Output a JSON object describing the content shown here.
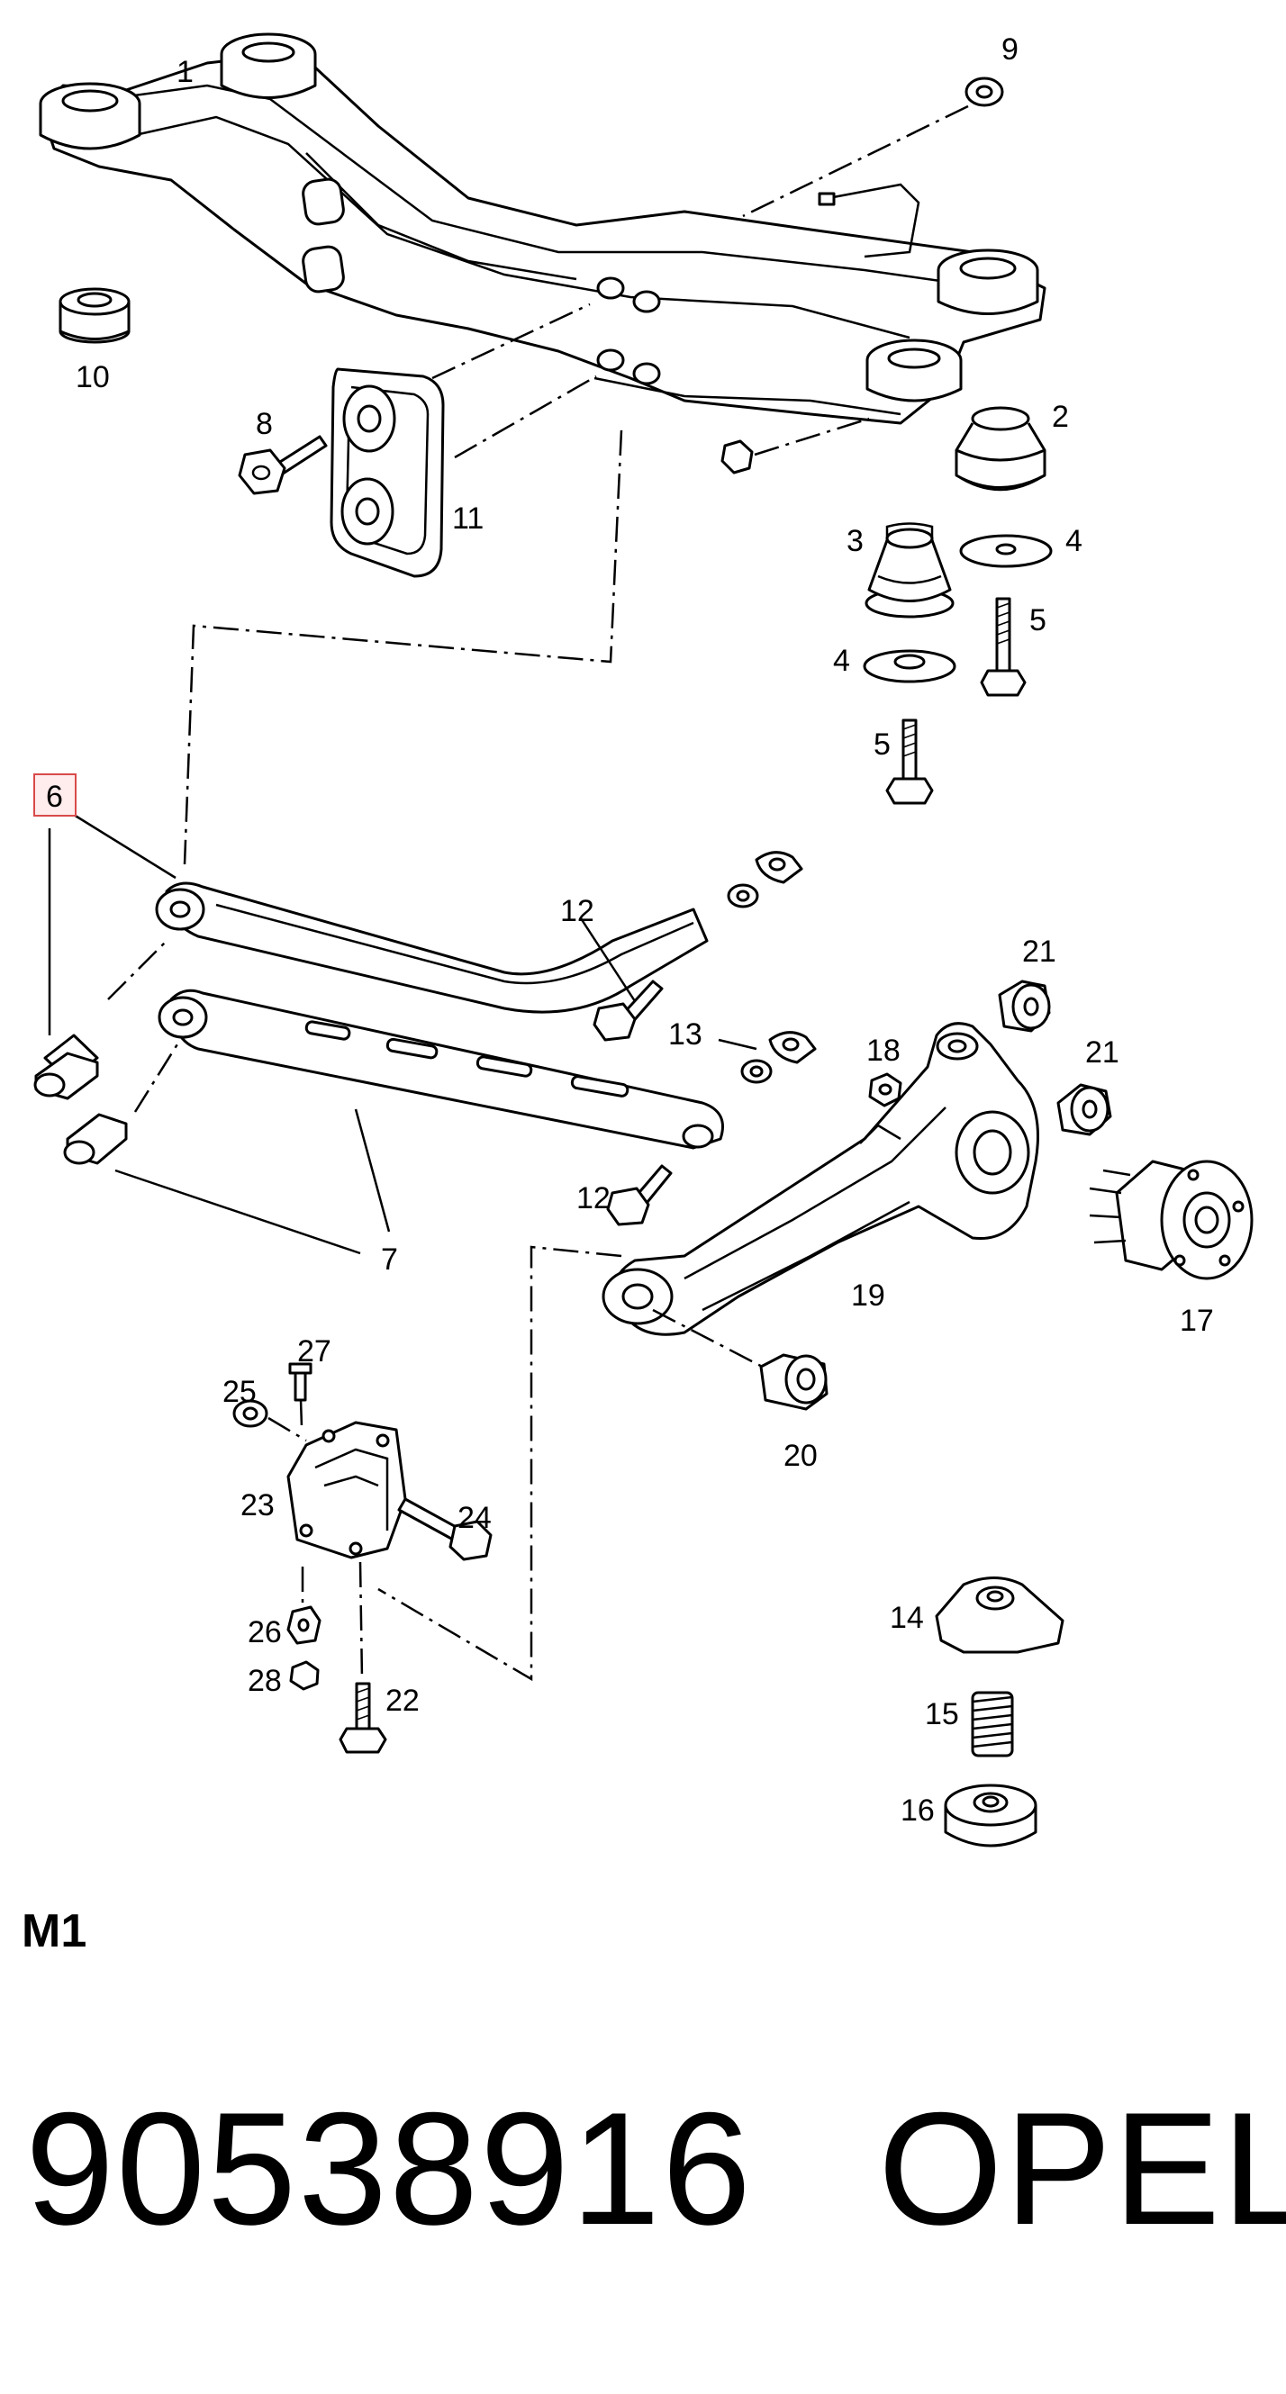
{
  "callouts": {
    "c1": "1",
    "c2": "2",
    "c3": "3",
    "c4a": "4",
    "c4b": "4",
    "c5a": "5",
    "c5b": "5",
    "c6": "6",
    "c7": "7",
    "c8": "8",
    "c9": "9",
    "c10": "10",
    "c11": "11",
    "c12a": "12",
    "c12b": "12",
    "c13": "13",
    "c14": "14",
    "c15": "15",
    "c16": "16",
    "c17": "17",
    "c18": "18",
    "c19": "19",
    "c20": "20",
    "c21a": "21",
    "c21b": "21",
    "c22": "22",
    "c23": "23",
    "c24": "24",
    "c25": "25",
    "c26": "26",
    "c27": "27",
    "c28": "28"
  },
  "highlight_color": "#d94a4a",
  "section_label": "M1",
  "part_number": "90538916",
  "brand": "OPEL"
}
